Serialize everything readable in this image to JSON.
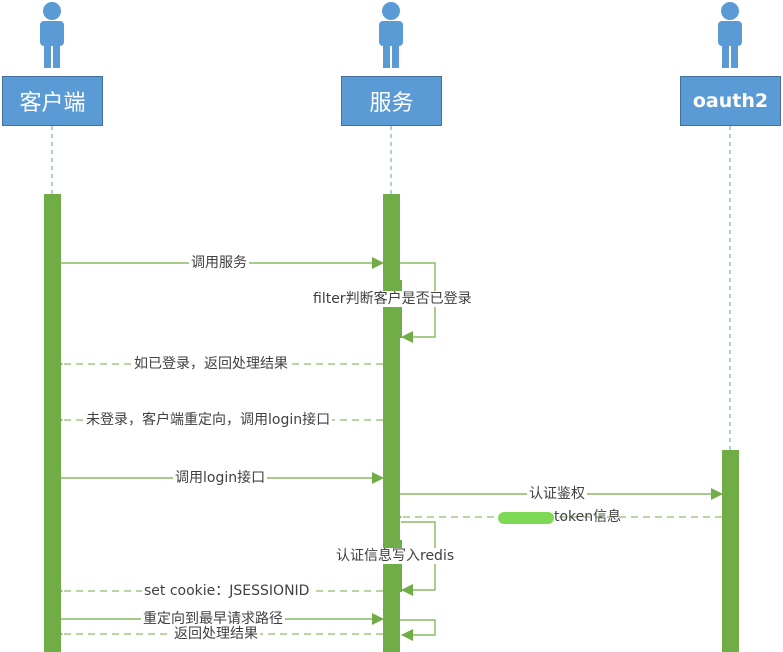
{
  "actors": [
    {
      "id": "client",
      "label": "客户端"
    },
    {
      "id": "server",
      "label": "服务"
    },
    {
      "id": "oauth",
      "label": "oauth2"
    }
  ],
  "messages": [
    {
      "id": "call-service",
      "label": "调用服务",
      "style": "solid"
    },
    {
      "id": "filter-check",
      "label": "filter判断客户是否已登录",
      "style": "self"
    },
    {
      "id": "if-logged-in",
      "label": "如已登录，返回处理结果",
      "style": "dashed"
    },
    {
      "id": "not-logged-in",
      "label": "未登录，客户端重定向，调用login接口",
      "style": "dashed"
    },
    {
      "id": "call-login",
      "label": "调用login接口",
      "style": "solid"
    },
    {
      "id": "auth",
      "label": "认证鉴权",
      "style": "solid"
    },
    {
      "id": "return-token",
      "label": "token信息",
      "style": "dashed"
    },
    {
      "id": "write-redis",
      "label": "认证信息写入redis",
      "style": "self"
    },
    {
      "id": "set-cookie",
      "label": "set cookie：JSESSIONID",
      "style": "dashed"
    },
    {
      "id": "redirect-earliest",
      "label": "重定向到最早请求路径",
      "style": "solid"
    },
    {
      "id": "return-result",
      "label": "返回处理结果",
      "style": "dashed"
    }
  ],
  "colors": {
    "actor": "#5b9bd5",
    "activation": "#70ad47",
    "lifeline": "#5b9bd5",
    "arrow": "#70ad47"
  }
}
